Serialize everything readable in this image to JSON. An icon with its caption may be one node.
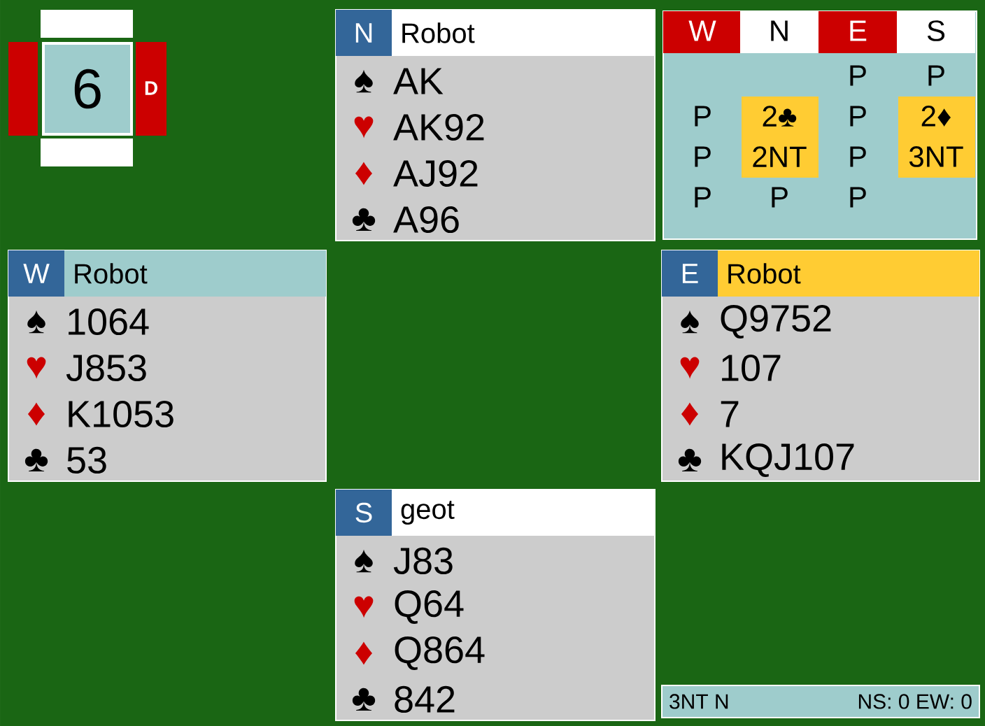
{
  "diagram": {
    "nodes": [
      {
        "text": [
          "6"
        ]
      },
      {
        "text": [
          "N",
          "Robot",
          "♠",
          "AK",
          "♥",
          "AK92",
          "♦",
          "AJ92",
          "♣",
          "A96"
        ]
      },
      {
        "text": [
          "W",
          "Robot",
          "♠",
          "1064",
          "♥",
          "J853",
          "♦",
          "K1053",
          "♣",
          "53"
        ]
      },
      {
        "text": [
          "E",
          "Robot",
          "♠",
          "Q9752",
          "♥",
          "107",
          "♦",
          "7",
          "♣",
          "KQJ107"
        ]
      },
      {
        "text": [
          "S",
          "geot",
          "♠",
          "J83",
          "♥",
          "Q64",
          "♦",
          "Q864",
          "♣",
          "842"
        ]
      },
      {
        "text": [
          "3NT N",
          "NS: 0 EW: 0"
        ]
      }
    ],
    "labels": [
      "D",
      "W",
      "N",
      "E",
      "S",
      "P",
      "P",
      "P",
      "2♣",
      "P",
      "2♦",
      "P",
      "2NT",
      "P",
      "3NT",
      "P",
      "P",
      "P"
    ]
  }
}
